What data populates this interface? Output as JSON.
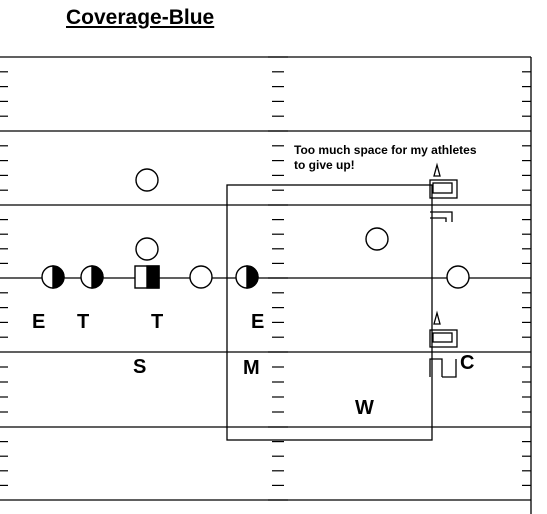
{
  "title": "Coverage-Blue",
  "annotation": {
    "line1": "Too much space for my athletes",
    "line2": "to give up!"
  },
  "defense_labels": {
    "e_left": "E",
    "t_left": "T",
    "t_right": "T",
    "e_right": "E",
    "s": "S",
    "m": "M",
    "w": "W",
    "c": "C"
  },
  "colors": {
    "ink": "#000000",
    "background": "#ffffff"
  }
}
